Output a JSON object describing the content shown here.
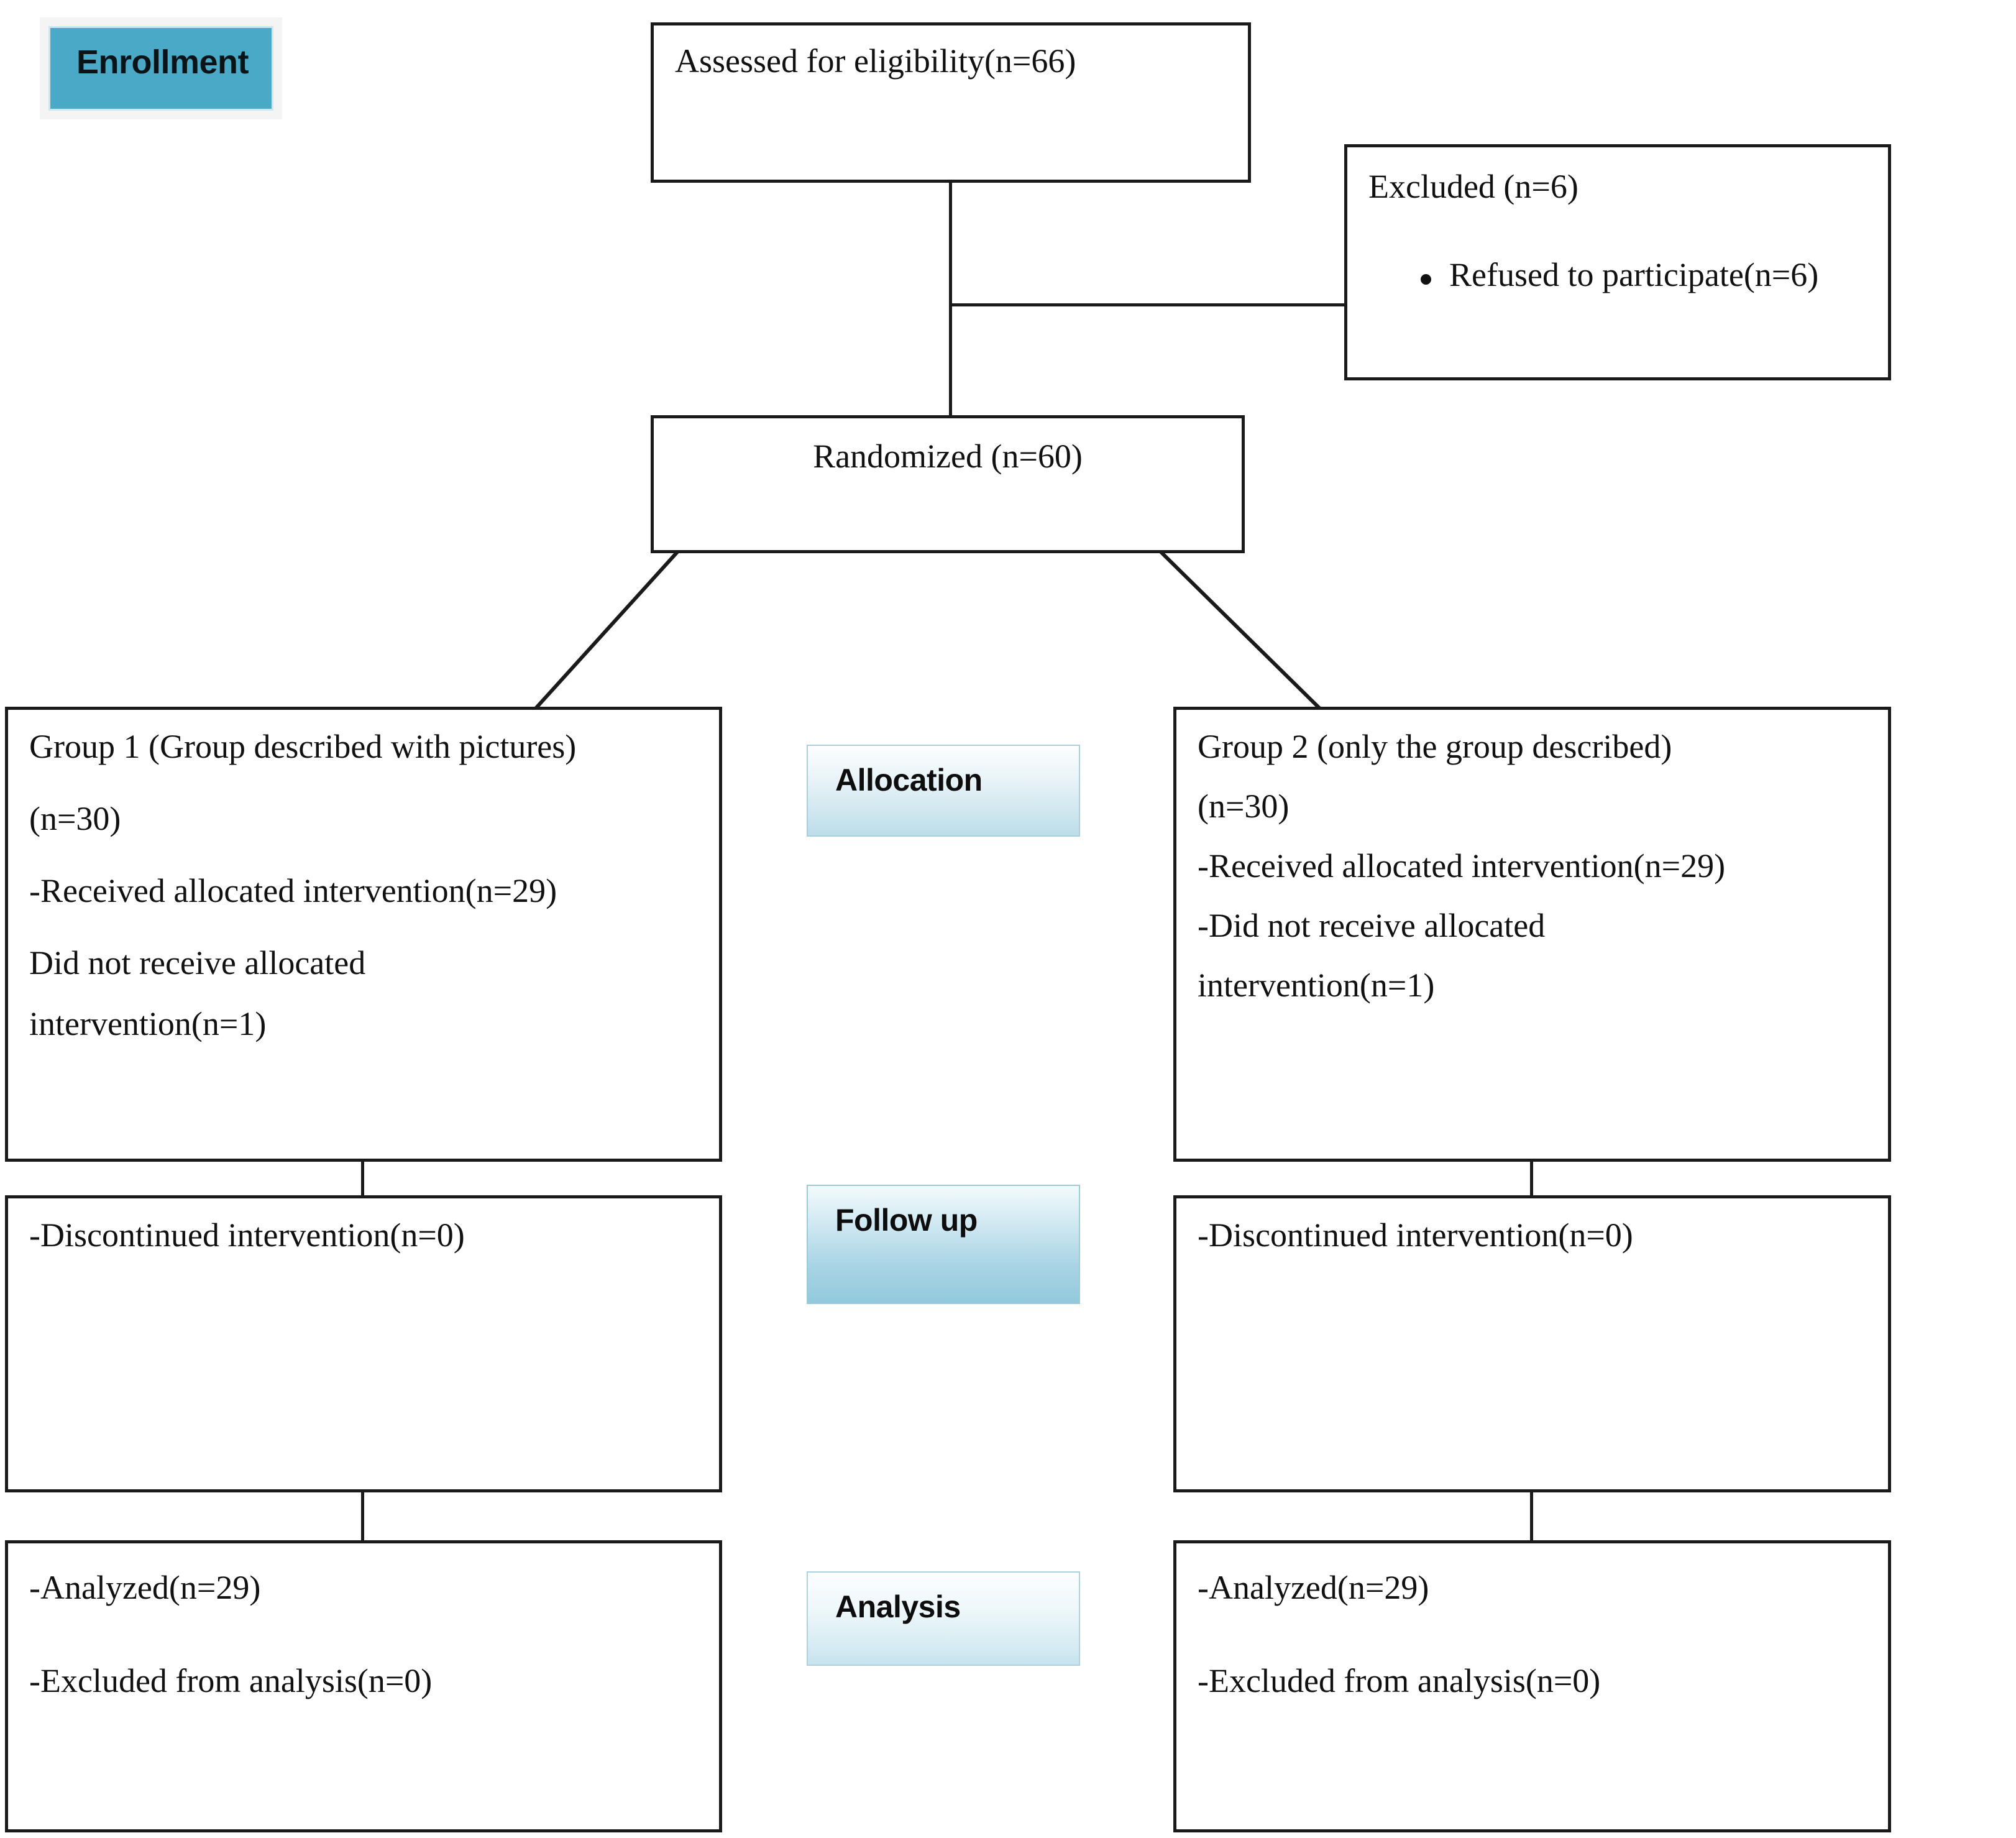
{
  "diagram": {
    "type": "consort-flow-diagram",
    "title": "CONSORT Participant Flow Diagram"
  },
  "stages": {
    "enrollment": {
      "label": "Enrollment"
    },
    "allocation": {
      "label": "Allocation"
    },
    "followup": {
      "label": "Follow up"
    },
    "analysis": {
      "label": "Analysis"
    }
  },
  "boxes": {
    "assessed": {
      "line1": "Assessed for eligibility(n=66)"
    },
    "excluded": {
      "line1": "Excluded (n=6)",
      "bullet1": "Refused to participate(n=6)"
    },
    "randomized": {
      "line1": "Randomized (n=60)"
    },
    "group1": {
      "line1": "Group 1 (Group described with pictures)",
      "line2": "(n=30)",
      "line3": "-Received allocated intervention(n=29)",
      "line4": "Did not receive allocated",
      "line5": "intervention(n=1)"
    },
    "group2": {
      "line1": "Group 2 (only the group described)",
      "line2": "(n=30)",
      "line3": "-Received allocated intervention(n=29)",
      "line4": "-Did not receive allocated",
      "line5": "intervention(n=1)"
    },
    "followup_left": {
      "line1": "-Discontinued intervention(n=0)"
    },
    "followup_right": {
      "line1": "-Discontinued intervention(n=0)"
    },
    "analysis_left": {
      "line1": "-Analyzed(n=29)",
      "line2": "-Excluded from analysis(n=0)"
    },
    "analysis_right": {
      "line1": "-Analyzed(n=29)",
      "line2": "-Excluded from analysis(n=0)"
    }
  },
  "colors": {
    "enrollment_fill": "#4aa9c6",
    "stage_gradient_top": "#fdfefe",
    "stage_gradient_bottom": "#bcdde9",
    "box_border": "#1a1a1a",
    "text": "#111111",
    "background": "#ffffff"
  },
  "chart_data": {
    "type": "diagram",
    "title": "CONSORT Participant Flow Diagram",
    "nodes": [
      {
        "id": "assessed",
        "label": "Assessed for eligibility(n=66)",
        "n": 66,
        "stage": "Enrollment"
      },
      {
        "id": "excluded",
        "label": "Excluded (n=6)",
        "n": 6,
        "stage": "Enrollment",
        "reasons": [
          {
            "label": "Refused to participate(n=6)",
            "n": 6
          }
        ]
      },
      {
        "id": "randomized",
        "label": "Randomized (n=60)",
        "n": 60,
        "stage": "Enrollment"
      },
      {
        "id": "group1",
        "label": "Group 1 (Group described with pictures) (n=30)",
        "n": 30,
        "stage": "Allocation",
        "received": 29,
        "not_received": 1
      },
      {
        "id": "group2",
        "label": "Group 2 (only the group described) (n=30)",
        "n": 30,
        "stage": "Allocation",
        "received": 29,
        "not_received": 1
      },
      {
        "id": "followup_left",
        "label": "-Discontinued intervention(n=0)",
        "n": 0,
        "stage": "Follow up"
      },
      {
        "id": "followup_right",
        "label": "-Discontinued intervention(n=0)",
        "n": 0,
        "stage": "Follow up"
      },
      {
        "id": "analysis_left",
        "label": "-Analyzed(n=29) / -Excluded from analysis(n=0)",
        "analyzed": 29,
        "excluded": 0,
        "stage": "Analysis"
      },
      {
        "id": "analysis_right",
        "label": "-Analyzed(n=29) / -Excluded from analysis(n=0)",
        "analyzed": 29,
        "excluded": 0,
        "stage": "Analysis"
      }
    ],
    "edges": [
      {
        "from": "assessed",
        "to": "excluded"
      },
      {
        "from": "assessed",
        "to": "randomized"
      },
      {
        "from": "randomized",
        "to": "group1"
      },
      {
        "from": "randomized",
        "to": "group2"
      },
      {
        "from": "group1",
        "to": "followup_left"
      },
      {
        "from": "group2",
        "to": "followup_right"
      },
      {
        "from": "followup_left",
        "to": "analysis_left"
      },
      {
        "from": "followup_right",
        "to": "analysis_right"
      }
    ]
  }
}
